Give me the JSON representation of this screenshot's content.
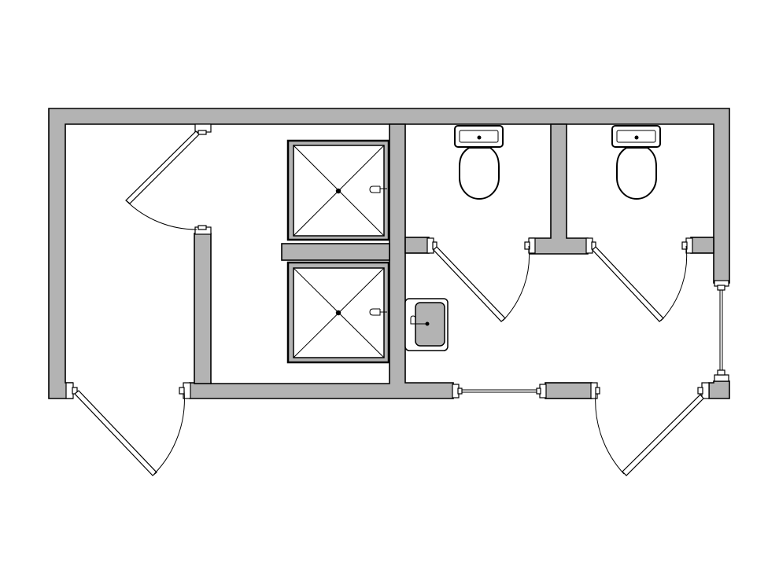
{
  "diagram": {
    "type": "floor-plan",
    "rooms": [
      "entry-room",
      "shower-room",
      "wc-cubicle-1",
      "wc-cubicle-2",
      "washbasin-area",
      "lobby"
    ],
    "fixtures": {
      "shower_trays": 2,
      "toilets": 2,
      "washbasins": 1
    },
    "doors": 6,
    "colors": {
      "wall_fill": "#b3b3b3",
      "line": "#000000",
      "background": "#ffffff"
    }
  }
}
